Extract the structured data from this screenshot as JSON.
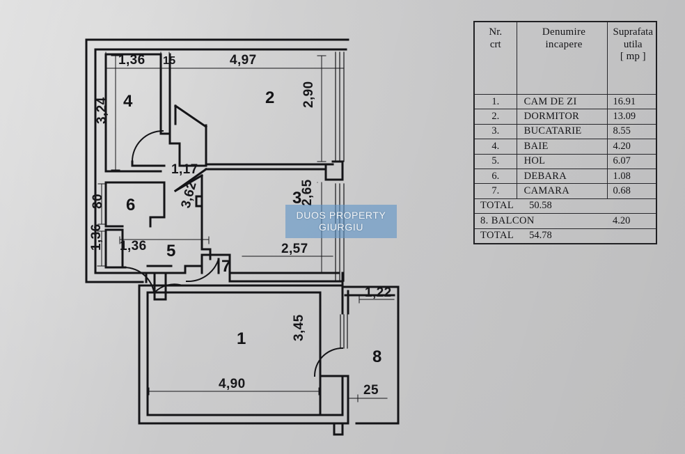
{
  "document": {
    "kind": "apartment-floor-plan",
    "watermark": {
      "line1": "DUOS PROPERTY",
      "line2": "GIURGIU",
      "color": "#6094c7"
    }
  },
  "table": {
    "header": {
      "col_nr_line1": "Nr.",
      "col_nr_line2": "crt",
      "col_name_line1": "Denumire",
      "col_name_line2": "incapere",
      "col_area_line1": "Suprafata",
      "col_area_line2": "utila",
      "col_area_line3": "[ mp ]"
    },
    "rows": [
      {
        "nr": "1.",
        "name": "CAM DE ZI",
        "area": "16.91"
      },
      {
        "nr": "2.",
        "name": "DORMITOR",
        "area": "13.09"
      },
      {
        "nr": "3.",
        "name": "BUCATARIE",
        "area": "8.55"
      },
      {
        "nr": "4.",
        "name": "BAIE",
        "area": "4.20"
      },
      {
        "nr": "5.",
        "name": "HOL",
        "area": "6.07"
      },
      {
        "nr": "6.",
        "name": "DEBARA",
        "area": "1.08"
      },
      {
        "nr": "7.",
        "name": "CAMARA",
        "area": "0.68"
      }
    ],
    "total_1_label": "TOTAL",
    "total_1_value": "50.58",
    "balcon_label": "8. BALCON",
    "balcon_value": "4.20",
    "total_2_label": "TOTAL",
    "total_2_value": "54.78"
  },
  "plan": {
    "room_numbers": {
      "living": "1",
      "bedroom": "2",
      "kitchen": "3",
      "bath": "4",
      "hall": "5",
      "storage": "6",
      "pantry": "7",
      "balcony": "8"
    },
    "dimensions": {
      "top_bath_width": "1,36",
      "top_wall_15": "15",
      "top_bedroom_width": "4,97",
      "left_bath_height": "3,24",
      "left_storage_height": "80",
      "left_small_136": "1,36",
      "hall_width_136": "1,36",
      "hall_top_117": "1,17",
      "hall_height_362": "3,62",
      "bedroom_height_290": "2,90",
      "kitchen_height_265": "2,65",
      "kitchen_width_257": "2,57",
      "living_width_490": "4,90",
      "living_height_345": "3,45",
      "balcony_width_122": "1,22",
      "balcony_25": "25"
    }
  }
}
